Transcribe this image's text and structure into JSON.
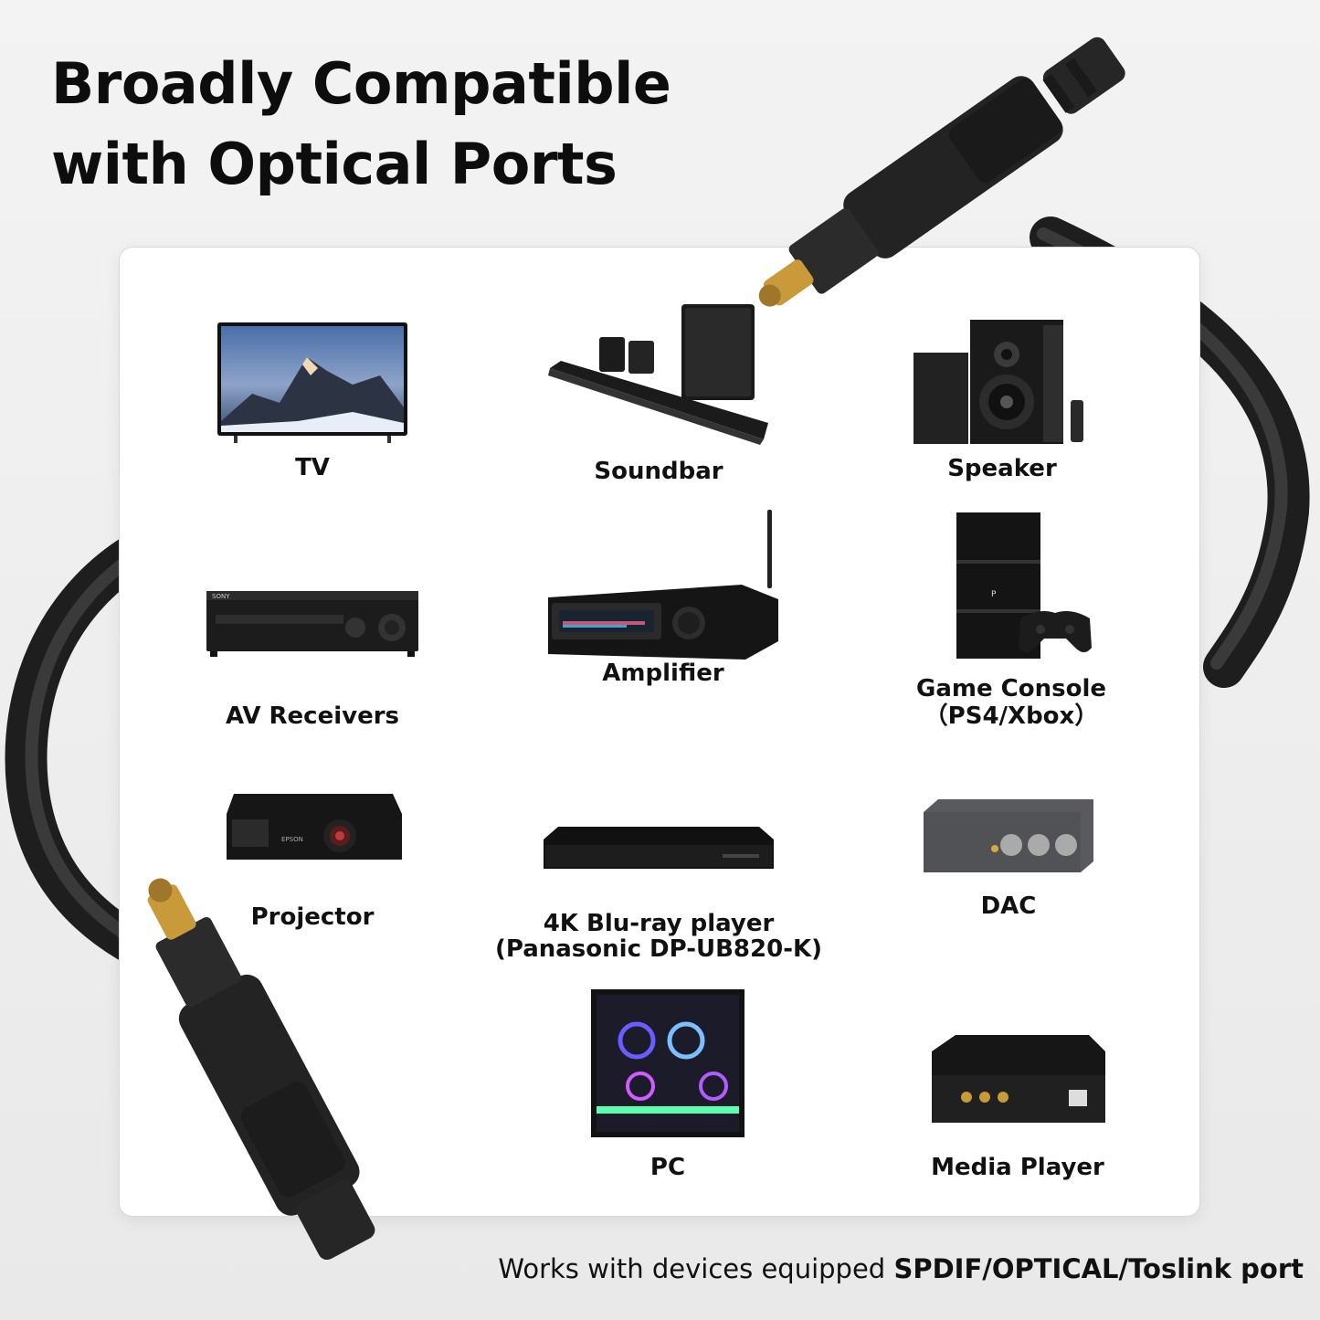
{
  "headline": {
    "line1": "Broadly Compatible",
    "line2": "with Optical Ports"
  },
  "devices": [
    {
      "label": "TV",
      "icon": "tv-icon"
    },
    {
      "label": "Soundbar",
      "icon": "soundbar-icon"
    },
    {
      "label": "Speaker",
      "icon": "speaker-icon"
    },
    {
      "label": "AV Receivers",
      "icon": "av-receiver-icon"
    },
    {
      "label": "Amplifier",
      "icon": "amplifier-icon"
    },
    {
      "label": "Game Console",
      "label2": "（PS4/Xbox）",
      "icon": "game-console-icon"
    },
    {
      "label": "Projector",
      "icon": "projector-icon"
    },
    {
      "label": "4K Blu-ray player",
      "label2": "(Panasonic DP-UB820-K)",
      "icon": "bluray-player-icon"
    },
    {
      "label": "DAC",
      "icon": "dac-icon"
    },
    {
      "label": "PC",
      "icon": "pc-icon"
    },
    {
      "label": "Media Player",
      "icon": "media-player-icon"
    }
  ],
  "footer": {
    "prefix": "Works with devices equipped ",
    "ports": "SPDIF/OPTICAL/Toslink port"
  },
  "colors": {
    "cable": "#2a2a2a",
    "connector_gold": "#c89a3a",
    "card": "#ffffff"
  }
}
